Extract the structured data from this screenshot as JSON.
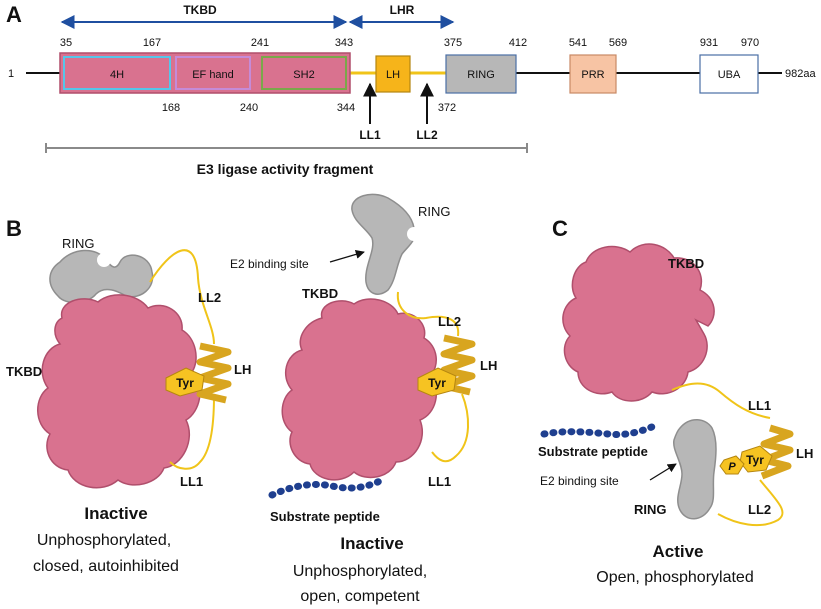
{
  "panels": {
    "a": "A",
    "b": "B",
    "c": "C"
  },
  "colors": {
    "tkbd_fill": "#d9728f",
    "tkbd_edge": "#b04f6c",
    "ring_fill": "#b7b7b7",
    "ring_edge": "#8e8e8e",
    "linker": "#f0c419",
    "helix": "#d8a51f",
    "lh_box": "#f6b41a",
    "prr_box": "#f7c4a4",
    "range_arrow": "#1f4fa0",
    "substrate": "#1f3f8f",
    "cyan_border": "#55c6ea",
    "lilac_border": "#c58bd8",
    "green_border": "#7aa84a"
  },
  "panel_a": {
    "ranges": {
      "tkbd": "TKBD",
      "lhr": "LHR"
    },
    "start": "1",
    "end": "982aa",
    "top_numbers": {
      "n35": "35",
      "n167": "167",
      "n241": "241",
      "n343": "343",
      "n375": "375",
      "n412": "412",
      "n541": "541",
      "n569": "569",
      "n931": "931",
      "n970": "970"
    },
    "bottom_numbers": {
      "n168": "168",
      "n240": "240",
      "n344": "344",
      "n372": "372"
    },
    "domains": {
      "fourh": "4H",
      "efhand": "EF hand",
      "sh2": "SH2",
      "lh": "LH",
      "ring": "RING",
      "prr": "PRR",
      "uba": "UBA"
    },
    "linkers": {
      "ll1": "LL1",
      "ll2": "LL2"
    },
    "fragment": "E3 ligase activity fragment"
  },
  "panel_b": {
    "left": {
      "ring": "RING",
      "tkbd": "TKBD",
      "ll2": "LL2",
      "lh": "LH",
      "ll1": "LL1",
      "tyr": "Tyr",
      "state": "Inactive",
      "desc1": "Unphosphorylated,",
      "desc2": "closed, autoinhibited"
    },
    "right": {
      "ring": "RING",
      "e2_site": "E2 binding site",
      "tkbd": "TKBD",
      "ll2": "LL2",
      "lh": "LH",
      "ll1": "LL1",
      "tyr": "Tyr",
      "substrate": "Substrate peptide",
      "state": "Inactive",
      "desc1": "Unphosphorylated,",
      "desc2": "open, competent"
    }
  },
  "panel_c": {
    "tkbd": "TKBD",
    "ll1": "LL1",
    "lh": "LH",
    "ll2": "LL2",
    "ring": "RING",
    "tyr": "Tyr",
    "p": "P",
    "substrate": "Substrate peptide",
    "e2_site": "E2 binding site",
    "state": "Active",
    "desc": "Open, phosphorylated"
  }
}
